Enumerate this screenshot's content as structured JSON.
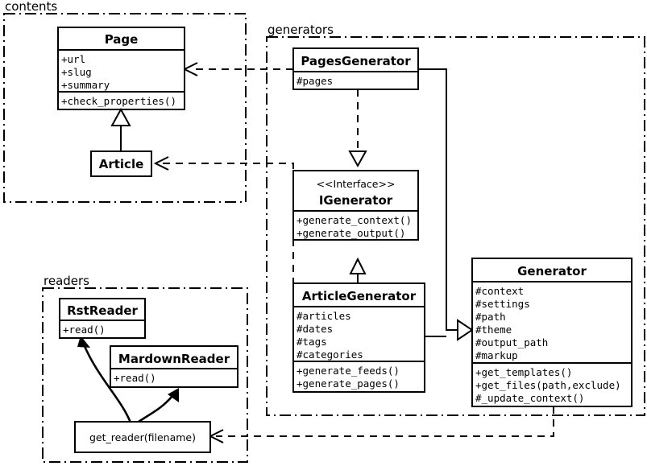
{
  "diagram": {
    "title": "UML class diagram",
    "stroke_color": "#000000",
    "background_color": "#ffffff"
  },
  "packages": [
    {
      "id": "contents",
      "label": "contents"
    },
    {
      "id": "generators",
      "label": "generators"
    },
    {
      "id": "readers",
      "label": "readers"
    }
  ],
  "classes": {
    "page": {
      "name": "Page",
      "attributes": [
        "+url",
        "+slug",
        "+summary"
      ],
      "methods": [
        "+check_properties()"
      ]
    },
    "article": {
      "name": "Article",
      "attributes": [],
      "methods": []
    },
    "pages_generator": {
      "name": "PagesGenerator",
      "attributes": [
        "#pages"
      ],
      "methods": []
    },
    "igenerator": {
      "stereotype": "<<Interface>>",
      "name": "IGenerator",
      "attributes": [],
      "methods": [
        "+generate_context()",
        "+generate_output()"
      ]
    },
    "article_generator": {
      "name": "ArticleGenerator",
      "attributes": [
        "#articles",
        "#dates",
        "#tags",
        "#categories"
      ],
      "methods": [
        "+generate_feeds()",
        "+generate_pages()"
      ]
    },
    "generator": {
      "name": "Generator",
      "attributes": [
        "#context",
        "#settings",
        "#path",
        "#theme",
        "#output_path",
        "#markup"
      ],
      "methods": [
        "+get_templates()",
        "+get_files(path,exclude)",
        "#_update_context()"
      ]
    },
    "rst_reader": {
      "name": "RstReader",
      "attributes": [],
      "methods": [
        "+read()"
      ]
    },
    "mardown_reader": {
      "name": "MardownReader",
      "attributes": [],
      "methods": [
        "+read()"
      ]
    },
    "get_reader": {
      "name": "get_reader(filename)"
    }
  },
  "relations": [
    {
      "id": "article-extends-page",
      "type": "generalization",
      "from": "Article",
      "to": "Page"
    },
    {
      "id": "pagesgenerator-realizes-igenerator",
      "type": "realization",
      "from": "PagesGenerator",
      "to": "IGenerator"
    },
    {
      "id": "articlegenerator-realizes-igenerator",
      "type": "realization",
      "from": "ArticleGenerator",
      "to": "IGenerator"
    },
    {
      "id": "pagesgenerator-extends-generator",
      "type": "generalization",
      "from": "PagesGenerator",
      "to": "Generator"
    },
    {
      "id": "articlegenerator-extends-generator",
      "type": "generalization",
      "from": "ArticleGenerator",
      "to": "Generator"
    },
    {
      "id": "pagesgenerator-uses-page",
      "type": "dependency",
      "from": "PagesGenerator",
      "to": "Page"
    },
    {
      "id": "articlegenerator-uses-article",
      "type": "dependency",
      "from": "ArticleGenerator",
      "to": "Article"
    },
    {
      "id": "generator-uses-get-reader",
      "type": "dependency",
      "from": "Generator",
      "to": "get_reader(filename)"
    },
    {
      "id": "get-reader-creates-rstreader",
      "type": "create",
      "from": "get_reader(filename)",
      "to": "RstReader"
    },
    {
      "id": "get-reader-creates-mardownreader",
      "type": "create",
      "from": "get_reader(filename)",
      "to": "MardownReader"
    }
  ]
}
